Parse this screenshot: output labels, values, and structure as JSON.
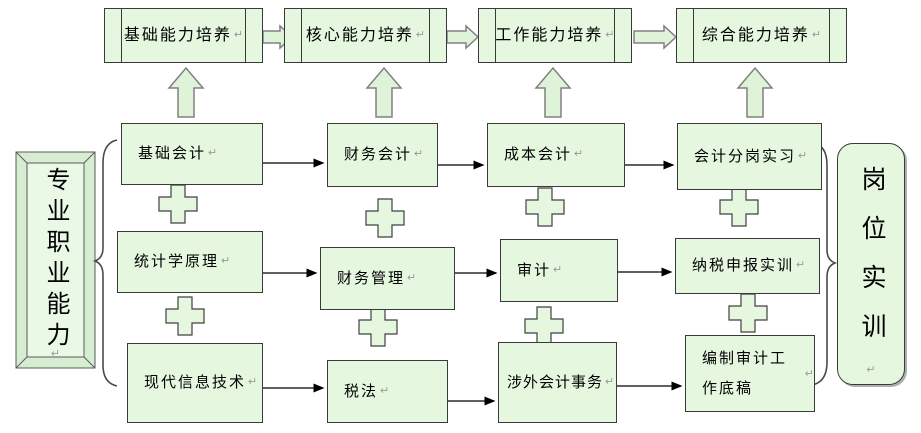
{
  "stages": {
    "items": [
      {
        "label": "基础能力培养"
      },
      {
        "label": "核心能力培养"
      },
      {
        "label": "工作能力培养"
      },
      {
        "label": "综合能力培养"
      }
    ]
  },
  "courses": {
    "rows": [
      {
        "cells": [
          {
            "label": "基础会计"
          },
          {
            "label": "财务会计"
          },
          {
            "label": "成本会计"
          },
          {
            "label": "会计分岗实习"
          }
        ]
      },
      {
        "cells": [
          {
            "label": "统计学原理"
          },
          {
            "label": "财务管理"
          },
          {
            "label": "审计"
          },
          {
            "label": "纳税申报实训"
          }
        ]
      },
      {
        "cells": [
          {
            "label": "现代信息技术"
          },
          {
            "label": "税法"
          },
          {
            "label": "涉外会计事务"
          },
          {
            "label": "编制审计工作底稿"
          }
        ]
      }
    ]
  },
  "side_labels": {
    "left": "专业职业能力",
    "right": "岗位实训"
  },
  "symbols": {
    "return_mark": "↵"
  },
  "colors": {
    "box_fill": "#e6f7e0",
    "shape_fill": "#def3d8",
    "box_border": "#3a3a3a",
    "connector_gray": "#808080",
    "frame_bevel_fill": "#d7edd2",
    "frame_inner_fill": "#eaf9e5",
    "shadow": "#aeaeae"
  }
}
